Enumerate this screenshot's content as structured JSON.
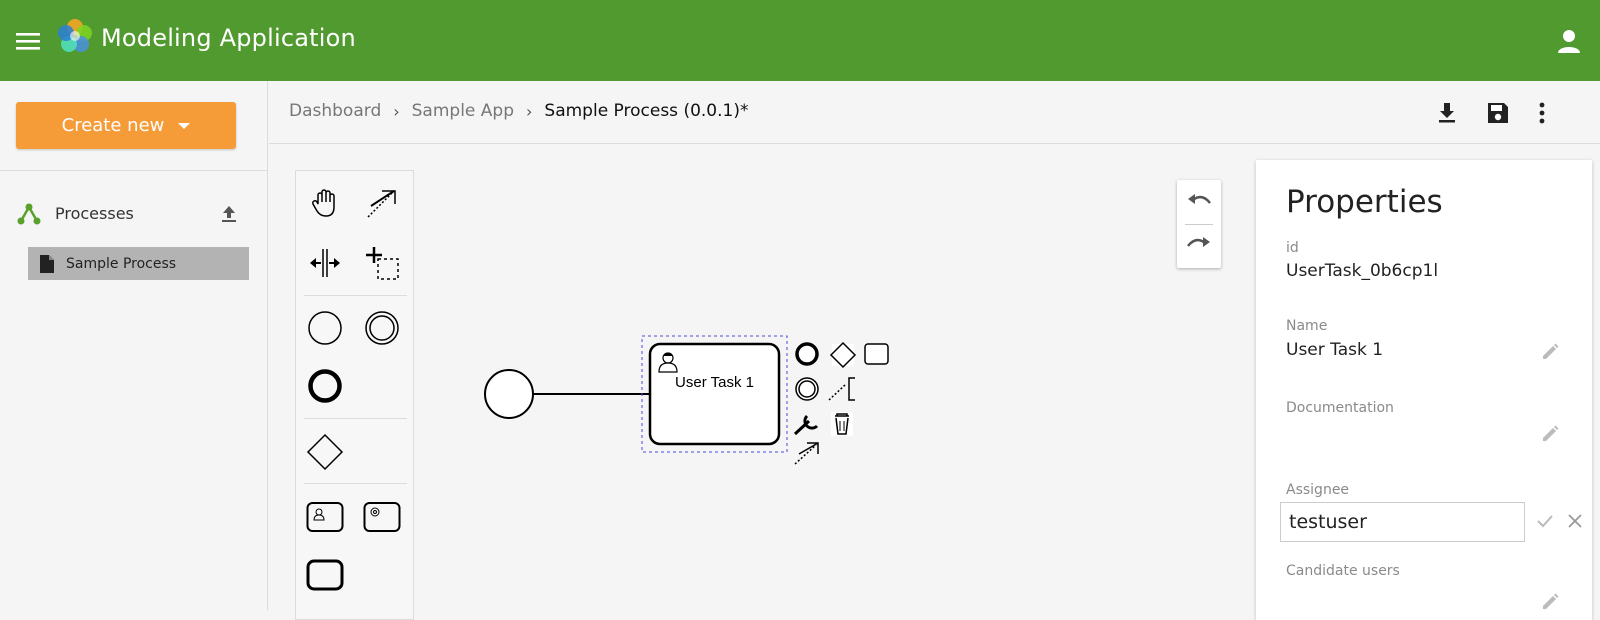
{
  "header": {
    "app_title": "Modeling Application",
    "menu_icon": "hamburger-menu-icon",
    "account_icon": "account-icon",
    "brand_color": "#519a2f"
  },
  "sidebar": {
    "create_new_label": "Create new",
    "create_color": "#f59c39",
    "processes_label": "Processes",
    "items": [
      {
        "label": "Sample Process",
        "icon": "file-icon",
        "selected": true
      }
    ]
  },
  "breadcrumb": {
    "items": [
      "Dashboard",
      "Sample App"
    ],
    "current": "Sample Process (0.0.1)*"
  },
  "toolbar": {
    "icons": [
      "download-icon",
      "save-icon",
      "more-vert-icon"
    ]
  },
  "palette": {
    "tools": [
      "hand-tool-icon",
      "global-connect-icon",
      "space-tool-icon",
      "lasso-tool-icon",
      "start-event-icon",
      "intermediate-event-icon",
      "end-event-icon",
      "gateway-icon",
      "user-task-icon",
      "service-task-icon",
      "task-icon"
    ]
  },
  "diagram": {
    "task_label": "User Task 1",
    "context_pad": [
      "end-event-icon",
      "gateway-icon",
      "task-icon",
      "intermediate-event-icon",
      "text-annotation-icon",
      "wrench-icon",
      "trash-icon",
      "connect-icon"
    ]
  },
  "properties": {
    "title": "Properties",
    "id_label": "id",
    "id_value": "UserTask_0b6cp1l",
    "name_label": "Name",
    "name_value": "User Task 1",
    "documentation_label": "Documentation",
    "documentation_value": "",
    "assignee_label": "Assignee",
    "assignee_value": "testuser",
    "candidate_users_label": "Candidate users"
  }
}
